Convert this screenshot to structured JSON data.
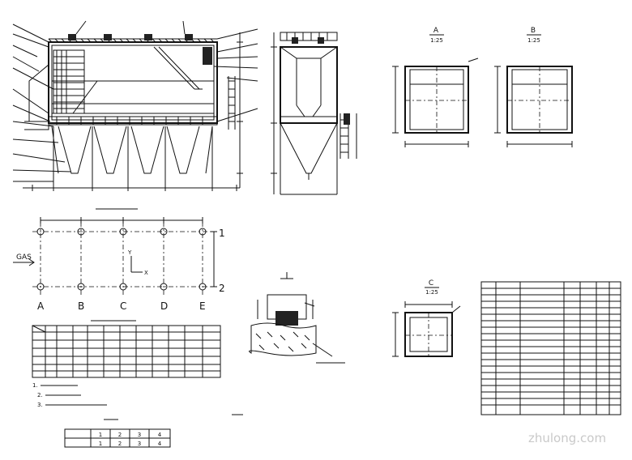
{
  "axis_letters": [
    "A",
    "B",
    "C",
    "D",
    "E"
  ],
  "axis_numbers": [
    "1",
    "2"
  ],
  "gas_label": "GAS",
  "axis_y": "Y",
  "axis_x": "X",
  "section_a": "A",
  "section_b": "B",
  "section_c": "C",
  "scale": "1:25",
  "note_numbers": [
    "1.",
    "2.",
    "3."
  ],
  "small_table": {
    "header": [
      "1",
      "2",
      "3",
      "4"
    ],
    "row": [
      "1",
      "2",
      "3",
      "4"
    ]
  },
  "watermark": "zhulong.com"
}
